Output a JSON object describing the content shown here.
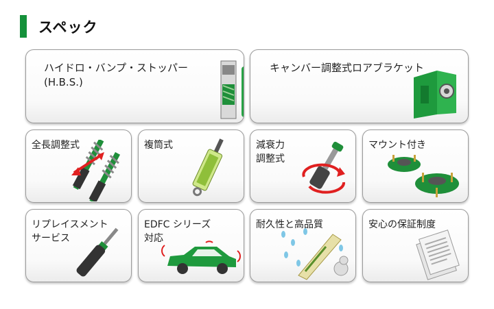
{
  "page_title": "スペック",
  "colors": {
    "accent": "#14913a",
    "border": "#9a9a9a"
  },
  "features": [
    {
      "label": "ハイドロ・バンプ・ストッパー\n(H.B.S.)",
      "icon": "hydro-bump-stopper-icon"
    },
    {
      "label": "キャンバー調整式ロアブラケット",
      "icon": "camber-bracket-icon"
    },
    {
      "label": "全長調整式",
      "icon": "full-length-adjust-icon"
    },
    {
      "label": "複筒式",
      "icon": "twin-tube-icon"
    },
    {
      "label": "減衰力\n調整式",
      "icon": "damping-adjust-icon"
    },
    {
      "label": "マウント付き",
      "icon": "mount-icon"
    },
    {
      "label": "リプレイスメント\nサービス",
      "icon": "replacement-service-icon"
    },
    {
      "label": "EDFC シリーズ\n対応",
      "icon": "edfc-car-icon"
    },
    {
      "label": "耐久性と高品質",
      "icon": "durability-quality-icon"
    },
    {
      "label": "安心の保証制度",
      "icon": "warranty-document-icon"
    }
  ]
}
